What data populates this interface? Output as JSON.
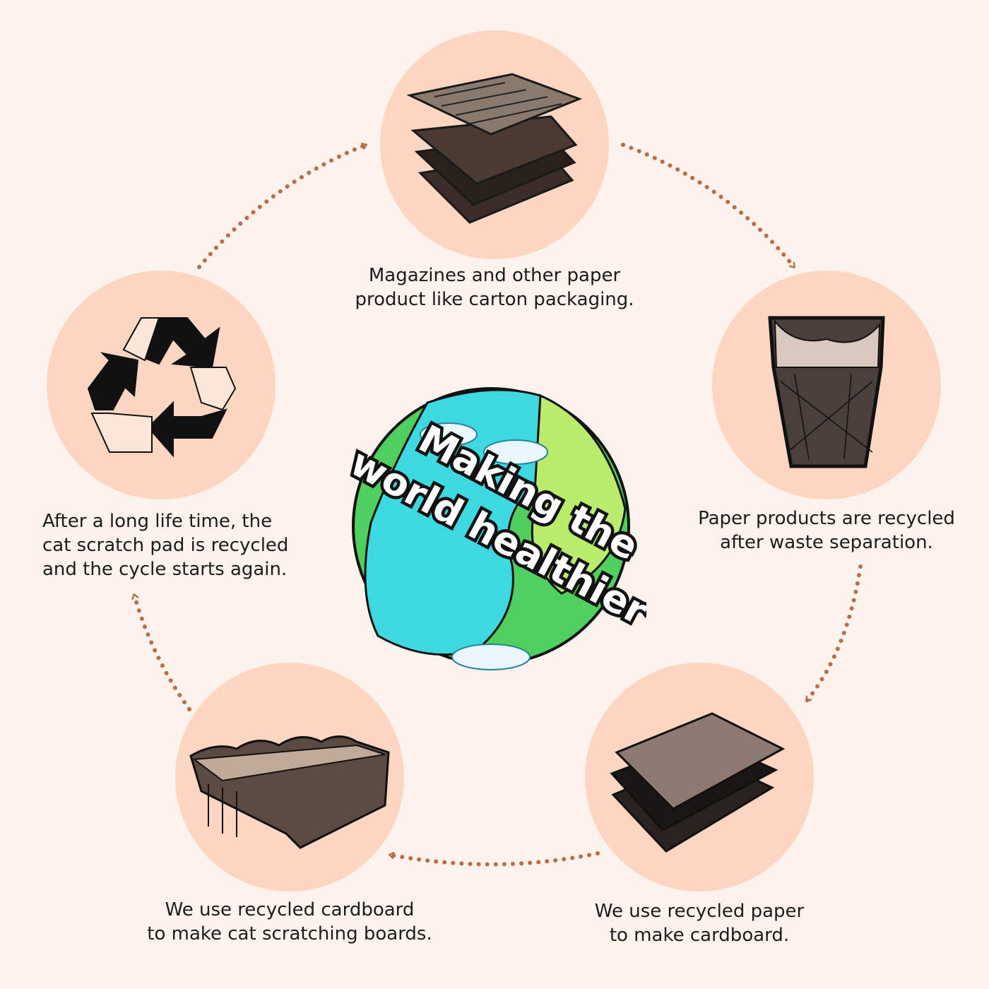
{
  "center": {
    "title_line1": "Making the",
    "title_line2": "world healthier"
  },
  "steps": [
    {
      "icon": "newspaper-stack-icon",
      "lines": [
        "Magazines and other paper",
        "product like carton packaging."
      ]
    },
    {
      "icon": "waste-bin-icon",
      "lines": [
        "Paper products are recycled",
        "after waste separation."
      ]
    },
    {
      "icon": "paper-stack-icon",
      "lines": [
        "We use recycled paper",
        "to make cardboard."
      ]
    },
    {
      "icon": "cardboard-scratcher-icon",
      "lines": [
        "We use recycled cardboard",
        "to make cat scratching boards."
      ]
    },
    {
      "icon": "recycle-icon",
      "lines": [
        "After a long life time, the",
        "cat scratch pad is recycled",
        "and the cycle starts again."
      ]
    }
  ],
  "colors": {
    "background": "#fdf3ec",
    "circle": "#fcd6c1",
    "arrow": "#b86f48",
    "text": "#1c1c1c"
  }
}
